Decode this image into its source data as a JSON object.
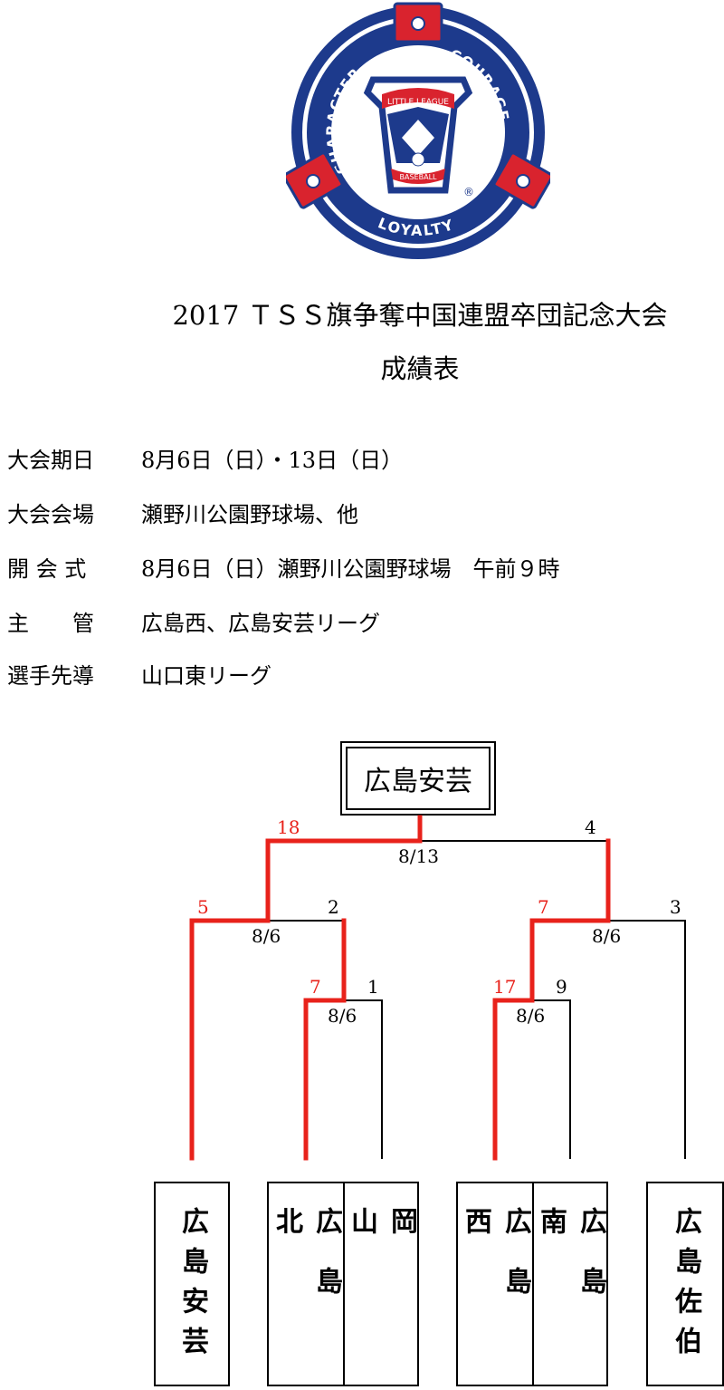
{
  "logo": {
    "words": [
      "CHARACTER",
      "COURAGE",
      "LOYALTY",
      "LITTLE LEAGUE",
      "BASEBALL",
      "®"
    ],
    "colors": {
      "blue": "#1d3a8c",
      "red": "#d9232e"
    }
  },
  "title": {
    "line1": "2017 ＴＳＳ旗争奪中国連盟卒団記念大会",
    "line2": "成績表"
  },
  "info": [
    {
      "label": "大会期日",
      "value": "8月6日（日）・13日（日）"
    },
    {
      "label": "大会会場",
      "value": "瀬野川公園野球場、他"
    },
    {
      "label": "開 会 式",
      "value": "8月6日（日）瀬野川公園野球場　午前９時"
    },
    {
      "label": "主　　管",
      "value": "広島西、広島安芸リーグ"
    },
    {
      "label": "選手先導",
      "value": "山口東リーグ"
    }
  ],
  "bracket": {
    "champion": "広島安芸",
    "colors": {
      "winner": "#e8221b",
      "line": "#000000"
    },
    "final": {
      "date": "8/13",
      "left_score": "18",
      "right_score": "4"
    },
    "semi_left": {
      "date": "8/6",
      "left_score": "5",
      "right_score": "2"
    },
    "semi_right": {
      "date": "8/6",
      "left_score": "7",
      "right_score": "3"
    },
    "qf_left": {
      "date": "8/6",
      "left_score": "7",
      "right_score": "1"
    },
    "qf_right": {
      "date": "8/6",
      "left_score": "17",
      "right_score": "9"
    },
    "teams": [
      "広島安芸",
      "広島北",
      "岡山",
      "広島西",
      "広島南",
      "広島佐伯"
    ]
  }
}
